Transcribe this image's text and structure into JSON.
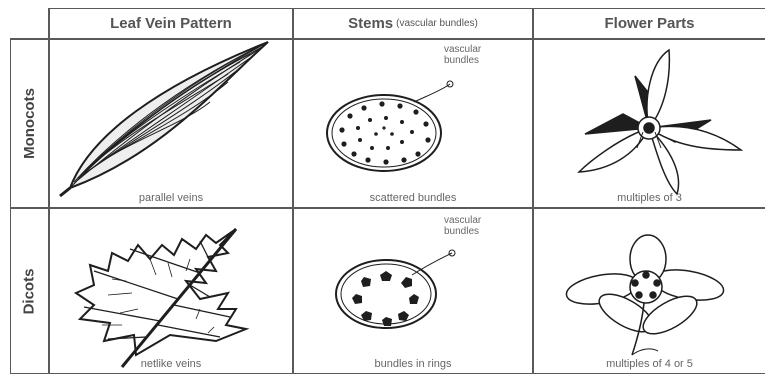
{
  "columns": [
    {
      "label": "Leaf Vein Pattern",
      "sub": ""
    },
    {
      "label": "Stems",
      "sub": "(vascular bundles)"
    },
    {
      "label": "Flower Parts",
      "sub": ""
    }
  ],
  "rows": [
    {
      "label": "Monocots",
      "captions": [
        "parallel veins",
        "scattered bundles",
        "multiples of 3"
      ],
      "callout": [
        "vascular",
        "bundles"
      ]
    },
    {
      "label": "Dicots",
      "captions": [
        "netlike veins",
        "bundles in rings",
        "multiples of 4 or 5"
      ],
      "callout": [
        "vascular",
        "bundles"
      ]
    }
  ],
  "colors": {
    "line": "#5a5a5a",
    "ink": "#1e1e1e",
    "text": "#666666"
  }
}
